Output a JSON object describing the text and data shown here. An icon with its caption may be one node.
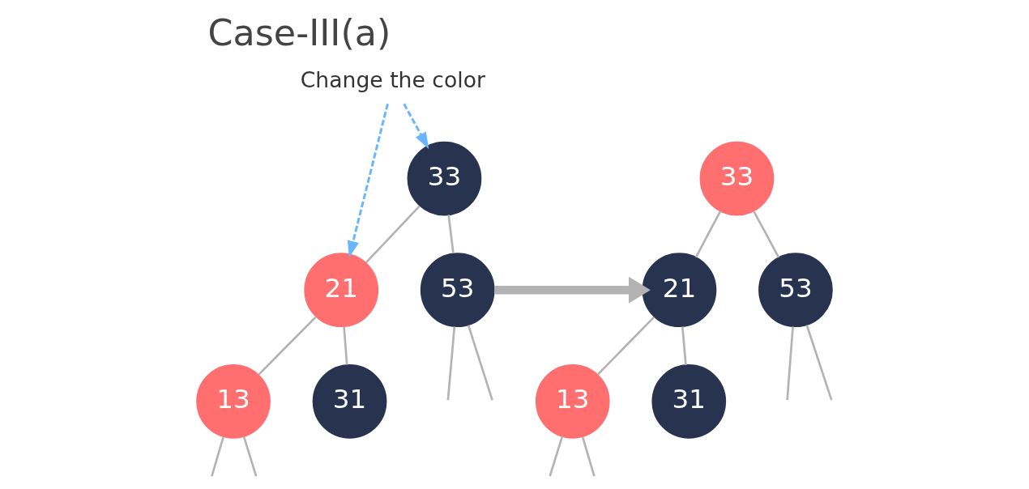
{
  "diagram": {
    "title": "Case-III(a)",
    "nodes": [
      {
        "text": [
          "Change the color"
        ]
      },
      {
        "text": [
          "33"
        ]
      },
      {
        "text": [
          "21"
        ]
      },
      {
        "text": [
          "53"
        ]
      },
      {
        "text": [
          "13"
        ]
      },
      {
        "text": [
          "31"
        ]
      },
      {
        "text": [
          "33"
        ]
      },
      {
        "text": [
          "21"
        ]
      },
      {
        "text": [
          "53"
        ]
      },
      {
        "text": [
          "13"
        ]
      },
      {
        "text": [
          "31"
        ]
      }
    ],
    "edges": [
      {
        "from": 0,
        "to": 1,
        "arrow": "to",
        "style": "dashed",
        "color": "#6bb5ff"
      },
      {
        "from": 0,
        "to": 2,
        "arrow": "to",
        "style": "dashed",
        "color": "#6bb5ff"
      },
      {
        "from": 1,
        "to": 2,
        "arrow": "none"
      },
      {
        "from": 1,
        "to": 3,
        "arrow": "none"
      },
      {
        "from": 2,
        "to": 4,
        "arrow": "none"
      },
      {
        "from": 2,
        "to": 5,
        "arrow": "none"
      },
      {
        "from": 3,
        "to": null,
        "arrow": "none"
      },
      {
        "from": 3,
        "to": null,
        "arrow": "none"
      },
      {
        "from": 4,
        "to": null,
        "arrow": "none"
      },
      {
        "from": 4,
        "to": null,
        "arrow": "none"
      },
      {
        "from": 3,
        "to": 7,
        "arrow": "to",
        "style": "thick"
      },
      {
        "from": 6,
        "to": 7,
        "arrow": "none"
      },
      {
        "from": 6,
        "to": 8,
        "arrow": "none"
      },
      {
        "from": 7,
        "to": 9,
        "arrow": "none"
      },
      {
        "from": 7,
        "to": 10,
        "arrow": "none"
      },
      {
        "from": 8,
        "to": null,
        "arrow": "none"
      },
      {
        "from": 8,
        "to": null,
        "arrow": "none"
      },
      {
        "from": 9,
        "to": null,
        "arrow": "none"
      },
      {
        "from": 9,
        "to": null,
        "arrow": "none"
      }
    ]
  }
}
